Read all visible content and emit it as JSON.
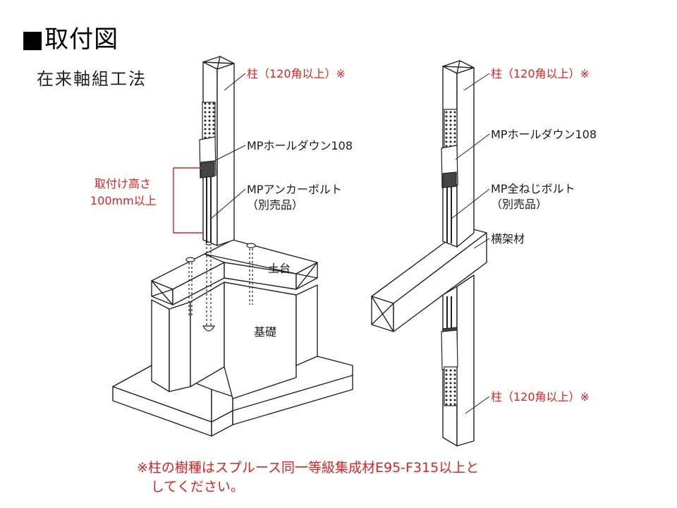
{
  "title": "■取付図",
  "subtitle": "在来軸組工法",
  "left_labels": {
    "column": "柱（120角以上）※",
    "holddown": "MPホールダウン108",
    "anchor_bolt": "MPアンカーボルト",
    "anchor_bolt_note": "（別売品）",
    "height_line1": "取付け高さ",
    "height_line2": "100mm以上",
    "sill": "土台",
    "foundation": "基礎"
  },
  "right_labels": {
    "column_top": "柱（120角以上）※",
    "holddown": "MPホールダウン108",
    "threaded_bolt": "MP全ねじボルト",
    "threaded_bolt_note": "（別売品）",
    "beam": "横架材",
    "column_bottom": "柱（120角以上）※"
  },
  "note": {
    "line1": "※柱の樹種はスプルース同一等級集成材E95-F315以上と",
    "line2": "してください。"
  },
  "colors": {
    "accent": "#e02020",
    "line": "#222222"
  }
}
